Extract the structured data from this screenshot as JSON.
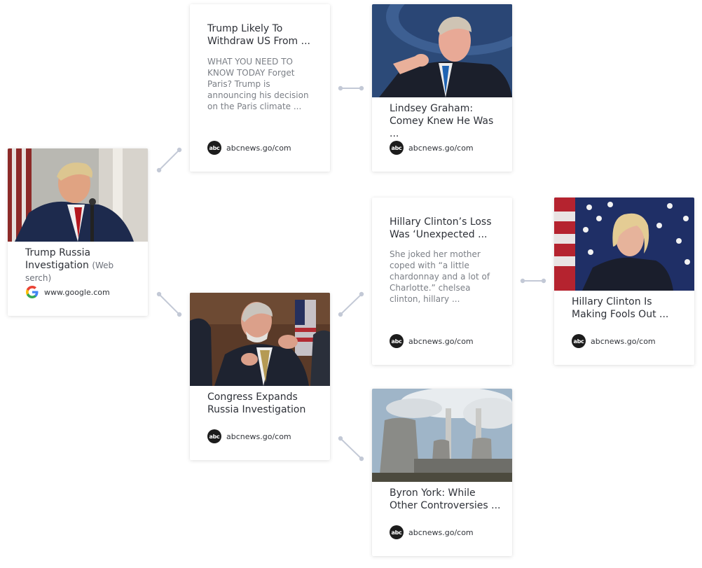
{
  "cards": {
    "trump_russia": {
      "title": "Trump Russia Investigation",
      "title_suffix": "(Web serch)",
      "source": "www.google.com"
    },
    "trump_paris": {
      "title": "Trump Likely To Withdraw US From ...",
      "snippet": "WHAT YOU NEED TO KNOW TODAY Forget Paris? Trump is announcing his decision on the Paris climate ...",
      "source": "abcnews.go/com"
    },
    "lindsey_graham": {
      "title": "Lindsey Graham: Comey Knew He Was ...",
      "source": "abcnews.go/com"
    },
    "congress_expands": {
      "title": "Congress Expands Russia Investigation",
      "source": "abcnews.go/com"
    },
    "hillary_loss": {
      "title": "Hillary Clinton’s Loss Was ‘Unexpected ...",
      "snippet": "She joked her mother coped with “a little chardonnay and a lot of Charlotte.” chelsea clinton, hillary ...",
      "source": "abcnews.go/com"
    },
    "hillary_fools": {
      "title": "Hillary Clinton Is Making Fools Out ...",
      "source": "abcnews.go/com"
    },
    "byron_york": {
      "title": "Byron York: While Other Controversies ...",
      "source": "abcnews.go/com"
    }
  },
  "icons": {
    "abc": "abc-logo-icon",
    "google": "google-g-icon"
  },
  "abc_logo_text": "abc",
  "colors": {
    "connector": "#c3c9d6",
    "source_logo": "#1c1c1c"
  }
}
